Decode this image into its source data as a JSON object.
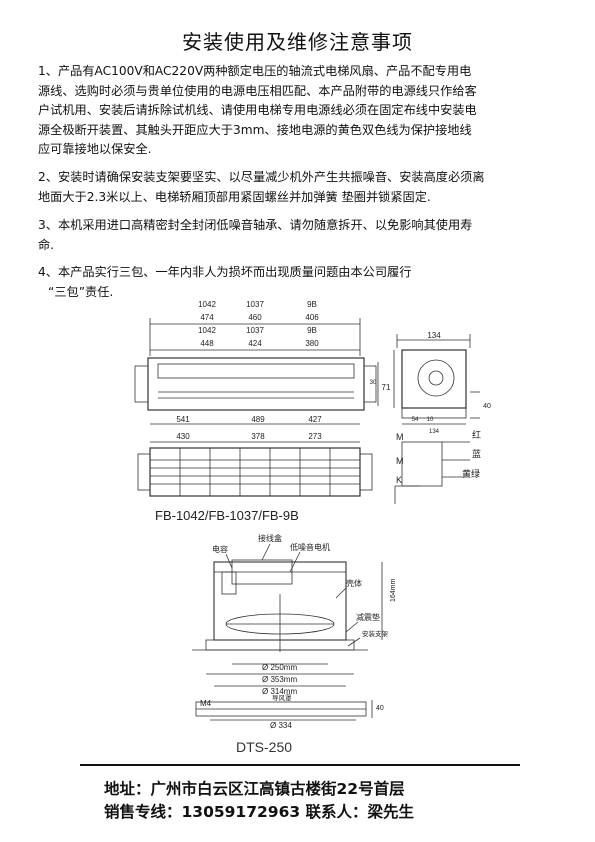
{
  "title": "安装使用及维修注意事项",
  "items": [
    {
      "lines": [
        "1、产品有AC100V和AC220V两种额定电压的轴流式电梯风扇、产品不配专用电",
        "源线、选购时必须与贵单位使用的电源电压相匹配、本产品附带的电源线只作给客",
        "户试机用、安装后请拆除试机线、请使用电梯专用电源线必须在固定布线中安装电",
        "源全极断开装置、其触头开距应大于3mm、接地电源的黄色双色线为保护接地线",
        "应可靠接地以保安全."
      ]
    },
    {
      "lines": [
        "2、安装时请确保安装支架要坚实、以尽量减少机外产生共振噪音、安装高度必须离",
        "地面大于2.3米以上、电梯轿厢顶部用紧固螺丝并加弹簧 垫圈并锁紧固定."
      ]
    },
    {
      "lines": [
        "3、本机采用进口高精密封全封闭低噪音轴承、请勿随意拆开、以免影响其使用寿",
        "命."
      ]
    },
    {
      "lines": [
        "4、本产品实行三包、一年内非人为损坏而出现质量问题由本公司履行",
        "“三包”责任."
      ]
    }
  ],
  "drawing1": {
    "top_dims_row1": [
      "1042",
      "1037",
      "9B"
    ],
    "top_dims_row2": [
      "474",
      "460",
      "406"
    ],
    "top_dims_row3": [
      "1042",
      "1037",
      "9B"
    ],
    "top_dims_row4": [
      "448",
      "424",
      "380"
    ],
    "bottom_dims_row1": [
      "541",
      "489",
      "427"
    ],
    "bottom_dims_row2": [
      "430",
      "378",
      "273"
    ],
    "caption": "FB-1042/FB-1037/FB-9B",
    "side_width": "134",
    "side_height": "71",
    "side_dims": [
      "54",
      "10",
      "134"
    ],
    "side_right": "40",
    "left_small": "30",
    "wiring": {
      "m1": "M",
      "m2": "M",
      "k": "K",
      "red": "红",
      "blue": "蓝",
      "yellow_green": "黄绿"
    }
  },
  "drawing2": {
    "labels": {
      "capacitor": "电容",
      "junction_box": "接线盒",
      "motor": "低噪音电机",
      "housing": "壳体",
      "damper": "减震垫",
      "bracket": "安装支架",
      "guide_cover": "导风罩"
    },
    "height": "164mm",
    "d1": "Ø 250mm",
    "d2": "Ø 353mm",
    "d3": "Ø 314mm",
    "m4": "M4",
    "d4": "Ø 334",
    "right_dim": "40",
    "caption": "DTS-250"
  },
  "footer": {
    "address": "地址：广州市白云区江高镇古楼街22号首层",
    "sales": "销售专线：13059172963   联系人：梁先生"
  }
}
